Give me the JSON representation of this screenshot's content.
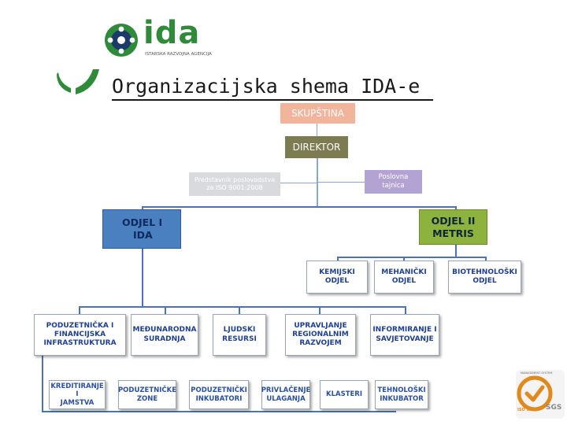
{
  "logo": {
    "wordmark": "ida",
    "tagline": "ISTARSKA RAZVOJNA AGENCIJA"
  },
  "title": "Organizacijska shema IDA-e",
  "colors": {
    "logo_green": "#2f8a3a",
    "logo_blue": "#1b3a6b",
    "skupstina_bg": "#f2b49a",
    "direktor_bg": "#7d7b52",
    "predstavnik_bg": "#d8dadd",
    "tajnica_bg": "#b3a3d3",
    "odjel_i_bg": "#4a7fc0",
    "odjel_ii_bg": "#8db23e",
    "connector": "#4a73b8"
  },
  "chart": {
    "skupstina": "SKUPŠTINA",
    "direktor": "DIREKTOR",
    "predstavnik": [
      "Predstavnik poslovodstva",
      "za ISO 9001:2008"
    ],
    "tajnica": [
      "Poslovna",
      "tajnica"
    ],
    "odjel_i": [
      "ODJEL I",
      "IDA"
    ],
    "odjel_ii": [
      "ODJEL II",
      "METRIS"
    ],
    "odjel_ii_units": [
      [
        "KEMIJSKI",
        "ODJEL"
      ],
      [
        "MEHANIČKI",
        "ODJEL"
      ],
      [
        "BIOTEHNOLOŠKI",
        "ODJEL"
      ]
    ],
    "odjel_i_units": [
      [
        "PODUZETNIČKA I",
        "FINANCIJSKA",
        "INFRASTRUKTURA"
      ],
      [
        "MEĐUNARODNA",
        "SURADNJA"
      ],
      [
        "LJUDSKI",
        "RESURSI"
      ],
      [
        "UPRAVLJANJE",
        "REGIONALNIM",
        "RAZVOJEM"
      ],
      [
        "INFORMIRANJE I",
        "SAVJETOVANJE"
      ]
    ],
    "sub_units": [
      [
        "KREDITIRANJE I",
        "JAMSTVA"
      ],
      [
        "PODUZETNIČKE",
        "ZONE"
      ],
      [
        "PODUZETNIČKI",
        "INKUBATORI"
      ],
      [
        "PRIVLAČENJE",
        "ULAGANJA"
      ],
      [
        "KLASTERI"
      ],
      [
        "TEHNOLOŠKI",
        "INKUBATOR"
      ]
    ]
  },
  "badge": {
    "top": "MANAGEMENT SYSTEM",
    "left": "ISO 9001",
    "right": "SGS"
  }
}
